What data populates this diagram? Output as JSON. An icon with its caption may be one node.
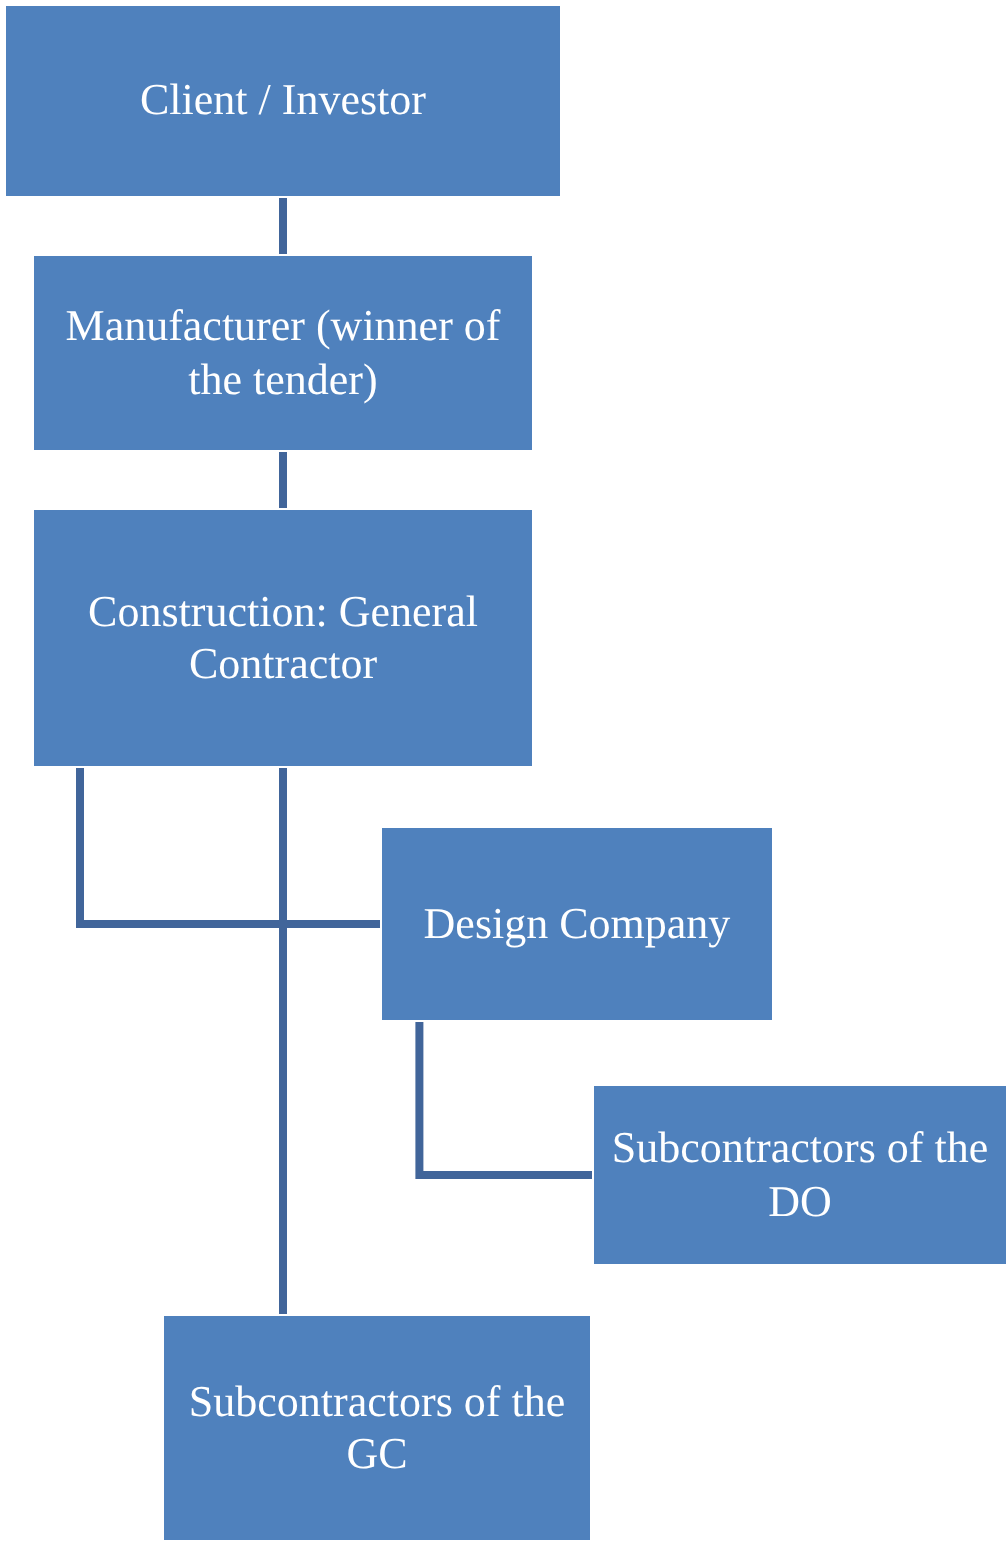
{
  "diagram": {
    "nodes": [
      {
        "text": [
          "Client / Investor"
        ]
      },
      {
        "text": [
          "Manufacturer (winner of the tender)"
        ]
      },
      {
        "text": [
          "Construction: General Contractor"
        ]
      },
      {
        "text": [
          "Design Company"
        ]
      },
      {
        "text": [
          "Subcontractors of the DO"
        ]
      },
      {
        "text": [
          "Subcontractors of the GC"
        ]
      }
    ],
    "edges": [
      {
        "from": 0,
        "to": 1,
        "arrow": "none"
      },
      {
        "from": 1,
        "to": 2,
        "arrow": "none"
      },
      {
        "from": 2,
        "to": 3,
        "arrow": "none"
      },
      {
        "from": 3,
        "to": 4,
        "arrow": "none"
      },
      {
        "from": 2,
        "to": 5,
        "arrow": "none"
      }
    ]
  }
}
